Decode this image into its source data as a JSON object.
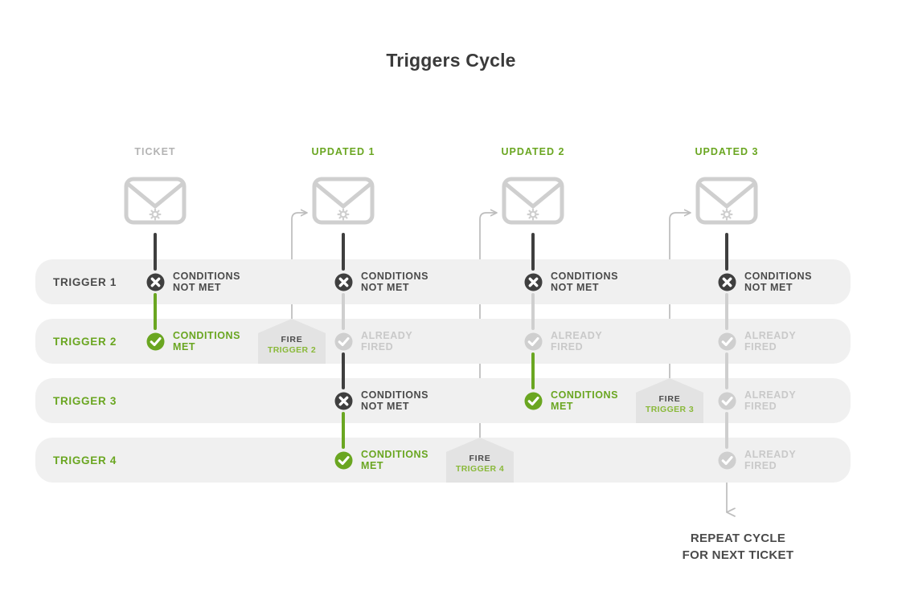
{
  "title": "Triggers Cycle",
  "colors": {
    "green": "#6aa621",
    "green_light": "#8ab93a",
    "dark": "#4a4a4a",
    "gray_text": "#c9c9c9",
    "band": "#f0f0f0",
    "tag": "#e3e3e3",
    "header_gray": "#b3b3b3"
  },
  "columns": [
    {
      "label": "TICKET",
      "tone": "gray",
      "envelope_icon": "envelope-gear-icon"
    },
    {
      "label": "UPDATED 1",
      "tone": "green",
      "envelope_icon": "envelope-gear-icon"
    },
    {
      "label": "UPDATED 2",
      "tone": "green",
      "envelope_icon": "envelope-gear-icon"
    },
    {
      "label": "UPDATED 3",
      "tone": "green",
      "envelope_icon": "envelope-gear-icon"
    }
  ],
  "rows": [
    {
      "label": "TRIGGER 1",
      "tone": "dark"
    },
    {
      "label": "TRIGGER 2",
      "tone": "green"
    },
    {
      "label": "TRIGGER 3",
      "tone": "green"
    },
    {
      "label": "TRIGGER 4",
      "tone": "green"
    }
  ],
  "statuses": {
    "not_met": {
      "text": "CONDITIONS\nNOT MET",
      "icon": "x-circle-icon",
      "tone": "dark"
    },
    "met": {
      "text": "CONDITIONS\nMET",
      "icon": "check-circle-icon",
      "tone": "green"
    },
    "already_fired": {
      "text": "ALREADY\nFIRED",
      "icon": "check-circle-icon",
      "tone": "gray"
    }
  },
  "cells": [
    {
      "col": 0,
      "row": 0,
      "status": "not_met",
      "text": "CONDITIONS\nNOT MET",
      "icon": "x-circle-icon",
      "tone": "dark"
    },
    {
      "col": 0,
      "row": 1,
      "status": "met",
      "text": "CONDITIONS\nMET",
      "icon": "check-circle-icon",
      "tone": "green"
    },
    {
      "col": 1,
      "row": 0,
      "status": "not_met",
      "text": "CONDITIONS\nNOT MET",
      "icon": "x-circle-icon",
      "tone": "dark"
    },
    {
      "col": 1,
      "row": 1,
      "status": "already_fired",
      "text": "ALREADY\nFIRED",
      "icon": "check-circle-icon",
      "tone": "gray"
    },
    {
      "col": 1,
      "row": 2,
      "status": "not_met",
      "text": "CONDITIONS\nNOT MET",
      "icon": "x-circle-icon",
      "tone": "dark"
    },
    {
      "col": 1,
      "row": 3,
      "status": "met",
      "text": "CONDITIONS\nMET",
      "icon": "check-circle-icon",
      "tone": "green"
    },
    {
      "col": 2,
      "row": 0,
      "status": "not_met",
      "text": "CONDITIONS\nNOT MET",
      "icon": "x-circle-icon",
      "tone": "dark"
    },
    {
      "col": 2,
      "row": 1,
      "status": "already_fired",
      "text": "ALREADY\nFIRED",
      "icon": "check-circle-icon",
      "tone": "gray"
    },
    {
      "col": 2,
      "row": 2,
      "status": "met",
      "text": "CONDITIONS\nMET",
      "icon": "check-circle-icon",
      "tone": "green"
    },
    {
      "col": 3,
      "row": 0,
      "status": "not_met",
      "text": "CONDITIONS\nNOT MET",
      "icon": "x-circle-icon",
      "tone": "dark"
    },
    {
      "col": 3,
      "row": 1,
      "status": "already_fired",
      "text": "ALREADY\nFIRED",
      "icon": "check-circle-icon",
      "tone": "gray"
    },
    {
      "col": 3,
      "row": 2,
      "status": "already_fired",
      "text": "ALREADY\nFIRED",
      "icon": "check-circle-icon",
      "tone": "gray"
    },
    {
      "col": 3,
      "row": 3,
      "status": "already_fired",
      "text": "ALREADY\nFIRED",
      "icon": "check-circle-icon",
      "tone": "gray"
    }
  ],
  "fire_tags": [
    {
      "col": 0,
      "row": 1,
      "line1": "FIRE",
      "line2": "TRIGGER 2",
      "feeds_column": 1
    },
    {
      "col": 1,
      "row": 3,
      "line1": "FIRE",
      "line2": "TRIGGER 4",
      "feeds_column": 2
    },
    {
      "col": 2,
      "row": 2,
      "line1": "FIRE",
      "line2": "TRIGGER 3",
      "feeds_column": 3
    }
  ],
  "connectors": [
    {
      "col": 0,
      "from": "envelope",
      "to": "row0",
      "tone": "dark"
    },
    {
      "col": 0,
      "from": "row0",
      "to": "row1",
      "tone": "green"
    },
    {
      "col": 1,
      "from": "envelope",
      "to": "row0",
      "tone": "dark"
    },
    {
      "col": 1,
      "from": "row0",
      "to": "row1",
      "tone": "light"
    },
    {
      "col": 1,
      "from": "row1",
      "to": "row2",
      "tone": "dark"
    },
    {
      "col": 1,
      "from": "row2",
      "to": "row3",
      "tone": "green"
    },
    {
      "col": 2,
      "from": "envelope",
      "to": "row0",
      "tone": "dark"
    },
    {
      "col": 2,
      "from": "row0",
      "to": "row1",
      "tone": "light"
    },
    {
      "col": 2,
      "from": "row1",
      "to": "row2",
      "tone": "green"
    },
    {
      "col": 3,
      "from": "envelope",
      "to": "row0",
      "tone": "dark"
    },
    {
      "col": 3,
      "from": "row0",
      "to": "row1",
      "tone": "light"
    },
    {
      "col": 3,
      "from": "row1",
      "to": "row2",
      "tone": "light"
    },
    {
      "col": 3,
      "from": "row2",
      "to": "row3",
      "tone": "light"
    }
  ],
  "repeat_caption": "REPEAT CYCLE\nFOR NEXT TICKET"
}
